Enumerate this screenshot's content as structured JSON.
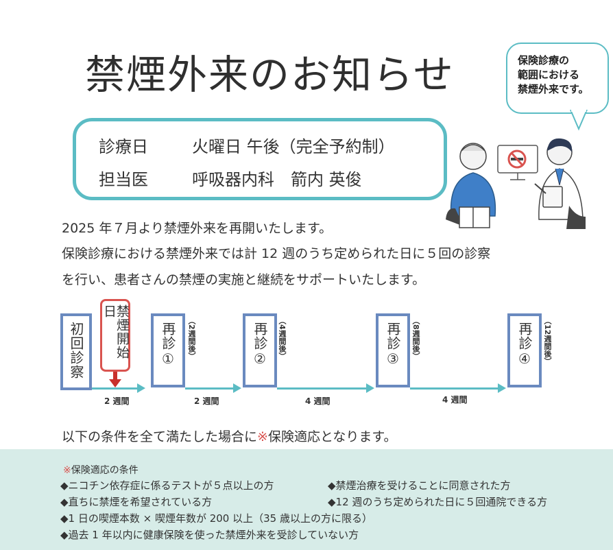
{
  "header": {
    "title": "禁煙外来のお知らせ",
    "bubble_lines": [
      "保険診療の",
      "範囲における",
      "禁煙外来です。"
    ]
  },
  "info": {
    "day_label": "診療日",
    "day_value": "火曜日 午後（完全予約制）",
    "doctor_label": "担当医",
    "doctor_value": "呼吸器内科　箭内 英俊"
  },
  "intro": [
    "2025 年７月より禁煙外来を再開いたします。",
    "保険診療における禁煙外来では計 12 週のうち定められた日に５回の診察",
    "を行い、患者さんの禁煙の実施と継続をサポートいたします。"
  ],
  "timeline": {
    "first_visit": "初回診察",
    "start_day": "禁煙開始日",
    "revisits": [
      {
        "label": "再診①",
        "note": "（2週間後）"
      },
      {
        "label": "再診②",
        "note": "（4週間後）"
      },
      {
        "label": "再診③",
        "note": "（8週間後）"
      },
      {
        "label": "再診④",
        "note": "（12週間後）"
      }
    ],
    "intervals": [
      "2 週間",
      "2 週間",
      "4 週間",
      "4 週間"
    ]
  },
  "conditions": {
    "lead_before": "以下の条件を全て満たした場合に",
    "lead_mark": "※",
    "lead_after": "保険適応となります。",
    "heading_mark": "※",
    "heading": "保険適応の条件",
    "items": [
      "◆ニコチン依存症に係るテストが５点以上の方",
      "◆禁煙治療を受けることに同意された方",
      "◆直ちに禁煙を希望されている方",
      "◆12 週のうち定められた日に５回通院できる方",
      "◆1 日の喫煙本数 × 喫煙年数が 200 以上（35 歳以上の方に限る）",
      "◆過去 1 年以内に健康保険を使った禁煙外来を受診していない方"
    ]
  },
  "colors": {
    "accent_teal": "#5bbcc4",
    "box_blue": "#6a8abf",
    "mark_red": "#d9534f",
    "conditions_bg": "#d7ece8"
  },
  "icons": {
    "illustration": "doctor-patient-consultation",
    "no_smoking": "no-smoking-icon"
  }
}
